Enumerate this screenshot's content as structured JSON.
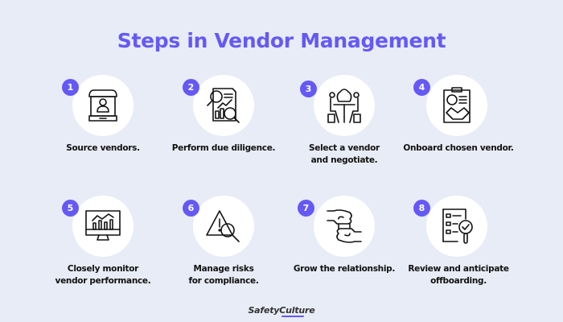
{
  "title": "Steps in Vendor Management",
  "accent_color": "#6559f5",
  "background_color": "#e8ecf6",
  "steps": [
    {
      "number": "1",
      "label": "Source vendors.",
      "icon": "vendor-booth-icon"
    },
    {
      "number": "2",
      "label": "Perform due diligence.",
      "icon": "financial-report-magnifier-icon"
    },
    {
      "number": "3",
      "label": "Select a vendor and negotiate.",
      "label_line1": "Select a vendor",
      "label_line2": "and negotiate.",
      "icon": "negotiation-table-icon"
    },
    {
      "number": "4",
      "label": "Onboard chosen vendor.",
      "icon": "clipboard-handshake-icon"
    },
    {
      "number": "5",
      "label": "Closely monitor vendor performance.",
      "label_line1": "Closely monitor",
      "label_line2": "vendor performance.",
      "icon": "monitor-chart-icon"
    },
    {
      "number": "6",
      "label": "Manage risks for compliance.",
      "label_line1": "Manage risks",
      "label_line2": "for compliance.",
      "icon": "warning-magnifier-icon"
    },
    {
      "number": "7",
      "label": "Grow the relationship.",
      "icon": "hands-puzzle-icon"
    },
    {
      "number": "8",
      "label": "Review and anticipate offboarding.",
      "label_line1": "Review and anticipate",
      "label_line2": "offboarding.",
      "icon": "checklist-magnifier-icon"
    }
  ],
  "footer": {
    "logo_text": "SafetyCulture"
  }
}
